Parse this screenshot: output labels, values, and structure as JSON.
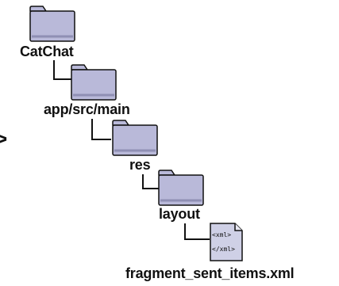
{
  "tree": {
    "items": [
      {
        "label": "CatChat",
        "kind": "folder"
      },
      {
        "label": "app/src/main",
        "kind": "folder"
      },
      {
        "label": "res",
        "kind": "folder"
      },
      {
        "label": "layout",
        "kind": "folder"
      },
      {
        "label": "fragment_sent_items.xml",
        "kind": "xml-file"
      }
    ],
    "file_icon": {
      "open_tag": "<xml>",
      "close_tag": "</xml>"
    }
  },
  "colors": {
    "folder_fill": "#b9b9d9",
    "folder_shadow": "#8f8fb4",
    "file_fill": "#cfd0e6",
    "outline": "#111111"
  }
}
